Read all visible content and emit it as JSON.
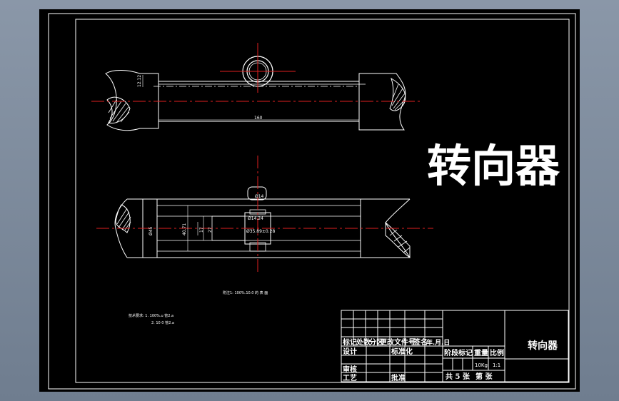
{
  "drawing": {
    "big_title": "转向器",
    "dimensions": {
      "top_height": "12.12",
      "top_length": "160",
      "hole_a": "Ø14",
      "width_b": "Ø45",
      "width_c": "40.71",
      "width_d": "27",
      "width_e": "17",
      "pin_a": "Ø14.24",
      "pin_b": "Ø35.89±0.28"
    },
    "note_center": "附注1: 100%.10.0 的 表 面",
    "note_left_1": "技术要求: 1. 100%.u 管2.a",
    "note_left_2": "2. 10 0 管2.a"
  },
  "title_block": {
    "drawing_name": "转向器",
    "rev_headers": [
      "标记",
      "处数",
      "分区",
      "更改文件号",
      "签名",
      "年.月.日"
    ],
    "design": "设计",
    "standardize": "标准化",
    "review": "审核",
    "process": "工艺",
    "approve": "批准",
    "stage_mark": "阶段标记",
    "weight": "重量",
    "scale_label": "比例",
    "weight_value": "10Kg",
    "scale_value": "1:1",
    "sheet_total": "共 5 张",
    "sheet_num": "第 张"
  }
}
